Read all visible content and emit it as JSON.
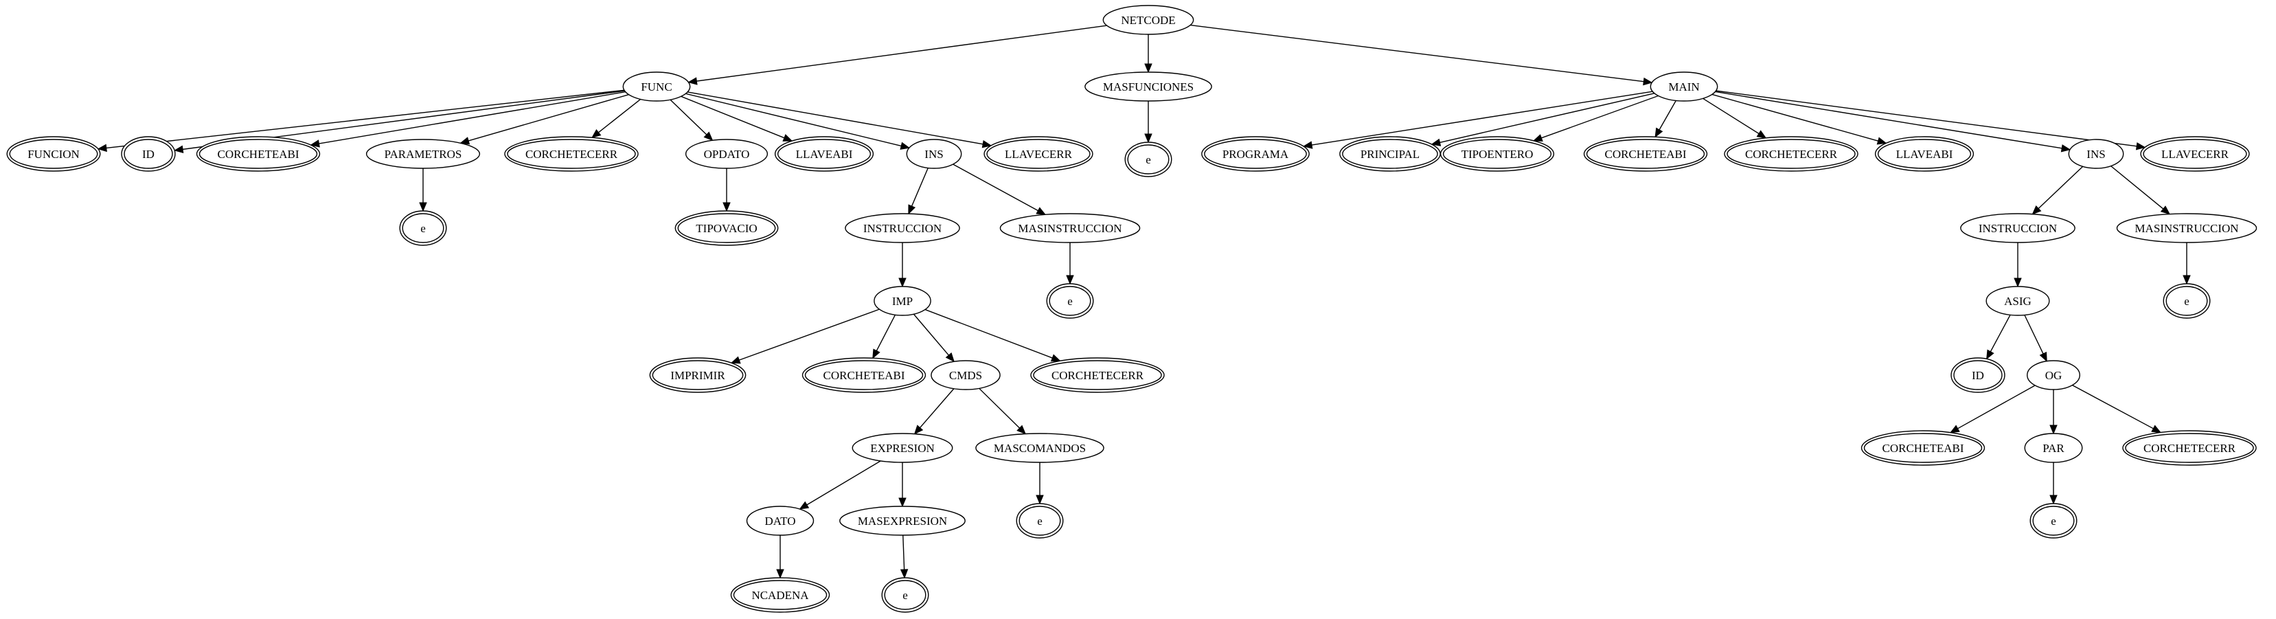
{
  "tree": {
    "nodes": [
      {
        "id": "n0",
        "label": "NETCODE",
        "terminal": false
      },
      {
        "id": "n1",
        "label": "FUNC",
        "terminal": false
      },
      {
        "id": "n2",
        "label": "MASFUNCIONES",
        "terminal": false
      },
      {
        "id": "n3",
        "label": "MAIN",
        "terminal": false
      },
      {
        "id": "n4",
        "label": "FUNCION",
        "terminal": true
      },
      {
        "id": "n5",
        "label": "ID",
        "terminal": true
      },
      {
        "id": "n6",
        "label": "CORCHETEABI",
        "terminal": true
      },
      {
        "id": "n7",
        "label": "PARAMETROS",
        "terminal": false
      },
      {
        "id": "n8",
        "label": "CORCHETECERR",
        "terminal": true
      },
      {
        "id": "n9",
        "label": "OPDATO",
        "terminal": false
      },
      {
        "id": "n10",
        "label": "LLAVEABI",
        "terminal": true
      },
      {
        "id": "n11",
        "label": "INS",
        "terminal": false
      },
      {
        "id": "n12",
        "label": "LLAVECERR",
        "terminal": true
      },
      {
        "id": "n13",
        "label": "e",
        "terminal": true
      },
      {
        "id": "n14",
        "label": "TIPOVACIO",
        "terminal": true
      },
      {
        "id": "n15",
        "label": "INSTRUCCION",
        "terminal": false
      },
      {
        "id": "n16",
        "label": "MASINSTRUCCION",
        "terminal": false
      },
      {
        "id": "n17",
        "label": "IMP",
        "terminal": false
      },
      {
        "id": "n18",
        "label": "e",
        "terminal": true
      },
      {
        "id": "n19",
        "label": "IMPRIMIR",
        "terminal": true
      },
      {
        "id": "n20",
        "label": "CORCHETEABI",
        "terminal": true
      },
      {
        "id": "n21",
        "label": "CMDS",
        "terminal": false
      },
      {
        "id": "n22",
        "label": "CORCHETECERR",
        "terminal": true
      },
      {
        "id": "n23",
        "label": "EXPRESION",
        "terminal": false
      },
      {
        "id": "n24",
        "label": "MASCOMANDOS",
        "terminal": false
      },
      {
        "id": "n25",
        "label": "DATO",
        "terminal": false
      },
      {
        "id": "n26",
        "label": "MASEXPRESION",
        "terminal": false
      },
      {
        "id": "n27",
        "label": "e",
        "terminal": true
      },
      {
        "id": "n28",
        "label": "NCADENA",
        "terminal": true
      },
      {
        "id": "n29",
        "label": "e",
        "terminal": true
      },
      {
        "id": "n30",
        "label": "e",
        "terminal": true
      },
      {
        "id": "n31",
        "label": "PROGRAMA",
        "terminal": true
      },
      {
        "id": "n32",
        "label": "PRINCIPAL",
        "terminal": true
      },
      {
        "id": "n33",
        "label": "TIPOENTERO",
        "terminal": true
      },
      {
        "id": "n34",
        "label": "CORCHETEABI",
        "terminal": true
      },
      {
        "id": "n35",
        "label": "CORCHETECERR",
        "terminal": true
      },
      {
        "id": "n36",
        "label": "LLAVEABI",
        "terminal": true
      },
      {
        "id": "n37",
        "label": "INS",
        "terminal": false
      },
      {
        "id": "n38",
        "label": "LLAVECERR",
        "terminal": true
      },
      {
        "id": "n39",
        "label": "INSTRUCCION",
        "terminal": false
      },
      {
        "id": "n40",
        "label": "MASINSTRUCCION",
        "terminal": false
      },
      {
        "id": "n41",
        "label": "ASIG",
        "terminal": false
      },
      {
        "id": "n42",
        "label": "e",
        "terminal": true
      },
      {
        "id": "n43",
        "label": "ID",
        "terminal": true
      },
      {
        "id": "n44",
        "label": "OG",
        "terminal": false
      },
      {
        "id": "n45",
        "label": "CORCHETEABI",
        "terminal": true
      },
      {
        "id": "n46",
        "label": "PAR",
        "terminal": false
      },
      {
        "id": "n47",
        "label": "CORCHETECERR",
        "terminal": true
      },
      {
        "id": "n48",
        "label": "e",
        "terminal": true
      }
    ],
    "edges": [
      [
        "n0",
        "n1"
      ],
      [
        "n0",
        "n2"
      ],
      [
        "n0",
        "n3"
      ],
      [
        "n1",
        "n4"
      ],
      [
        "n1",
        "n5"
      ],
      [
        "n1",
        "n6"
      ],
      [
        "n1",
        "n7"
      ],
      [
        "n1",
        "n8"
      ],
      [
        "n1",
        "n9"
      ],
      [
        "n1",
        "n10"
      ],
      [
        "n1",
        "n11"
      ],
      [
        "n1",
        "n12"
      ],
      [
        "n2",
        "n30"
      ],
      [
        "n7",
        "n13"
      ],
      [
        "n9",
        "n14"
      ],
      [
        "n11",
        "n15"
      ],
      [
        "n11",
        "n16"
      ],
      [
        "n15",
        "n17"
      ],
      [
        "n16",
        "n18"
      ],
      [
        "n17",
        "n19"
      ],
      [
        "n17",
        "n20"
      ],
      [
        "n17",
        "n21"
      ],
      [
        "n17",
        "n22"
      ],
      [
        "n21",
        "n23"
      ],
      [
        "n21",
        "n24"
      ],
      [
        "n23",
        "n25"
      ],
      [
        "n23",
        "n26"
      ],
      [
        "n24",
        "n29"
      ],
      [
        "n25",
        "n28"
      ],
      [
        "n26",
        "n27"
      ],
      [
        "n3",
        "n31"
      ],
      [
        "n3",
        "n32"
      ],
      [
        "n3",
        "n33"
      ],
      [
        "n3",
        "n34"
      ],
      [
        "n3",
        "n35"
      ],
      [
        "n3",
        "n36"
      ],
      [
        "n3",
        "n37"
      ],
      [
        "n3",
        "n38"
      ],
      [
        "n37",
        "n39"
      ],
      [
        "n37",
        "n40"
      ],
      [
        "n39",
        "n41"
      ],
      [
        "n40",
        "n42"
      ],
      [
        "n41",
        "n43"
      ],
      [
        "n41",
        "n44"
      ],
      [
        "n44",
        "n45"
      ],
      [
        "n44",
        "n46"
      ],
      [
        "n44",
        "n47"
      ],
      [
        "n46",
        "n48"
      ]
    ]
  }
}
